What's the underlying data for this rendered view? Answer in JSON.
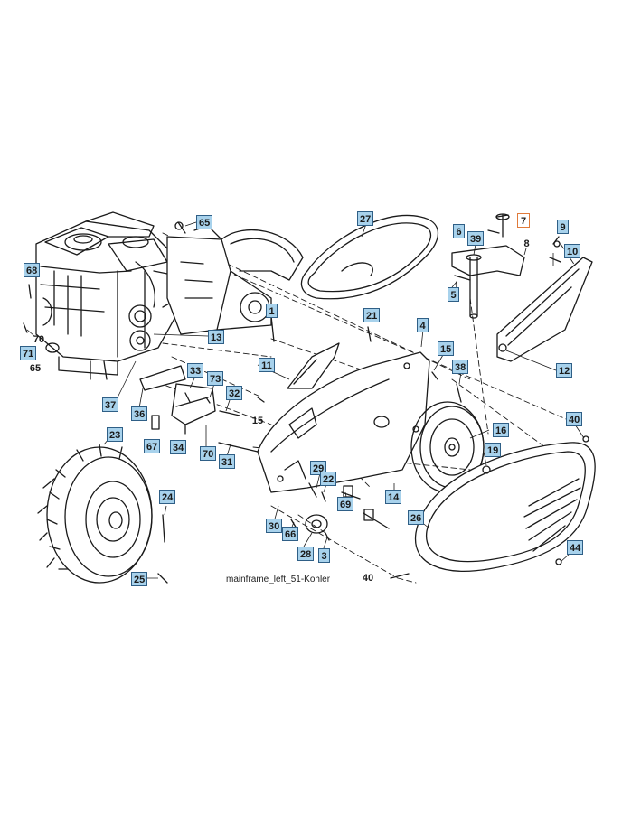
{
  "caption": "mainframe_left_51-Kohler",
  "callouts": [
    {
      "id": "c27",
      "text": "27",
      "style": "boxed"
    },
    {
      "id": "c65a",
      "text": "65",
      "style": "boxed"
    },
    {
      "id": "c68",
      "text": "68",
      "style": "boxed"
    },
    {
      "id": "c1",
      "text": "1",
      "style": "boxed"
    },
    {
      "id": "c13",
      "text": "13",
      "style": "boxed"
    },
    {
      "id": "c71",
      "text": "71",
      "style": "boxed"
    },
    {
      "id": "c70a",
      "text": "70",
      "style": "plain"
    },
    {
      "id": "c65b",
      "text": "65",
      "style": "plain"
    },
    {
      "id": "c6",
      "text": "6",
      "style": "boxed"
    },
    {
      "id": "c39",
      "text": "39",
      "style": "boxed"
    },
    {
      "id": "c7",
      "text": "7",
      "style": "hl"
    },
    {
      "id": "c9",
      "text": "9",
      "style": "boxed"
    },
    {
      "id": "c8",
      "text": "8",
      "style": "plain"
    },
    {
      "id": "c10",
      "text": "10",
      "style": "boxed"
    },
    {
      "id": "c5",
      "text": "5",
      "style": "boxed"
    },
    {
      "id": "c21",
      "text": "21",
      "style": "boxed"
    },
    {
      "id": "c4",
      "text": "4",
      "style": "boxed"
    },
    {
      "id": "c15a",
      "text": "15",
      "style": "boxed"
    },
    {
      "id": "c12",
      "text": "12",
      "style": "boxed"
    },
    {
      "id": "c11",
      "text": "11",
      "style": "boxed"
    },
    {
      "id": "c38",
      "text": "38",
      "style": "boxed"
    },
    {
      "id": "c33",
      "text": "33",
      "style": "boxed"
    },
    {
      "id": "c73",
      "text": "73",
      "style": "boxed"
    },
    {
      "id": "c32",
      "text": "32",
      "style": "boxed"
    },
    {
      "id": "c37",
      "text": "37",
      "style": "boxed"
    },
    {
      "id": "c36",
      "text": "36",
      "style": "boxed"
    },
    {
      "id": "c15b",
      "text": "15",
      "style": "plain"
    },
    {
      "id": "c67",
      "text": "67",
      "style": "boxed"
    },
    {
      "id": "c34",
      "text": "34",
      "style": "boxed"
    },
    {
      "id": "c70b",
      "text": "70",
      "style": "boxed"
    },
    {
      "id": "c31",
      "text": "31",
      "style": "boxed"
    },
    {
      "id": "c16",
      "text": "16",
      "style": "boxed"
    },
    {
      "id": "c40a",
      "text": "40",
      "style": "boxed"
    },
    {
      "id": "c19",
      "text": "19",
      "style": "boxed"
    },
    {
      "id": "c23",
      "text": "23",
      "style": "boxed"
    },
    {
      "id": "c29",
      "text": "29",
      "style": "boxed"
    },
    {
      "id": "c22",
      "text": "22",
      "style": "boxed"
    },
    {
      "id": "c14",
      "text": "14",
      "style": "boxed"
    },
    {
      "id": "c69",
      "text": "69",
      "style": "boxed"
    },
    {
      "id": "c26",
      "text": "26",
      "style": "boxed"
    },
    {
      "id": "c24",
      "text": "24",
      "style": "boxed"
    },
    {
      "id": "c30",
      "text": "30",
      "style": "boxed"
    },
    {
      "id": "c66",
      "text": "66",
      "style": "boxed"
    },
    {
      "id": "c28",
      "text": "28",
      "style": "boxed"
    },
    {
      "id": "c3",
      "text": "3",
      "style": "boxed"
    },
    {
      "id": "c44",
      "text": "44",
      "style": "boxed"
    },
    {
      "id": "c25",
      "text": "25",
      "style": "boxed"
    },
    {
      "id": "c40b",
      "text": "40",
      "style": "plain"
    }
  ]
}
